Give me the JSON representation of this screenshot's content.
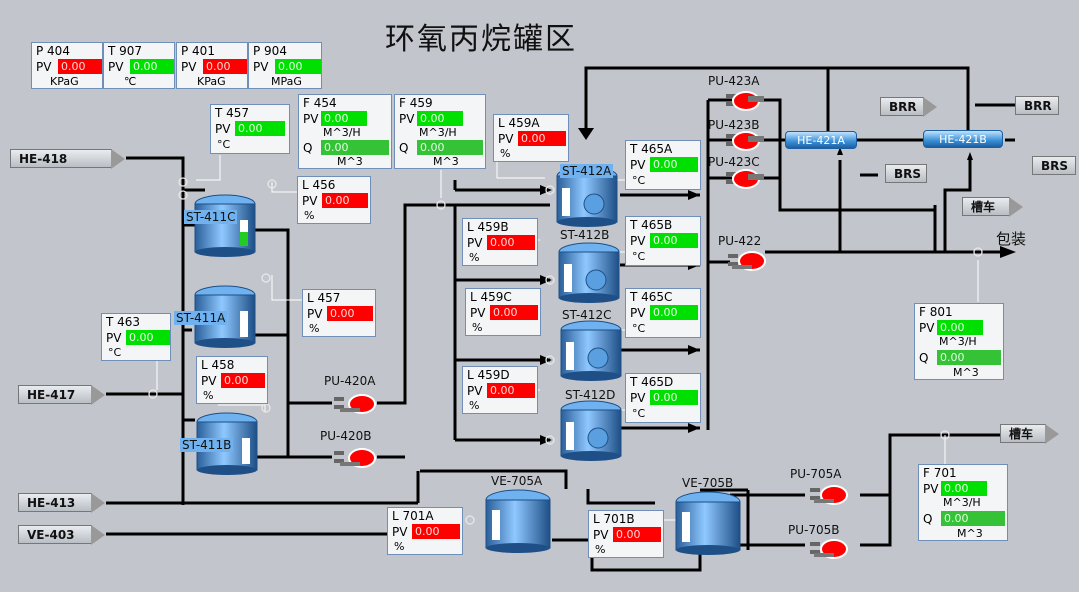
{
  "title": "环氧丙烷罐区",
  "top_instruments": [
    {
      "tag": "P 404",
      "pv": "0.00",
      "unit": "KPaG",
      "color": "red"
    },
    {
      "tag": "T 907",
      "pv": "0.00",
      "unit": "℃",
      "color": "green"
    },
    {
      "tag": "P 401",
      "pv": "0.00",
      "unit": "KPaG",
      "color": "red"
    },
    {
      "tag": "P 904",
      "pv": "0.00",
      "unit": "MPaG",
      "color": "green"
    }
  ],
  "pv_label": "PV",
  "q_label": "Q",
  "instruments": {
    "t457": {
      "tag": "T 457",
      "pv": "0.00",
      "unit": "°C"
    },
    "f454": {
      "tag": "F 454",
      "pv": "0.00",
      "unit1": "M^3/H",
      "q": "0.00",
      "unit2": "M^3"
    },
    "f459": {
      "tag": "F 459",
      "pv": "0.00",
      "unit1": "M^3/H",
      "q": "0.00",
      "unit2": "M^3"
    },
    "l459a": {
      "tag": "L 459A",
      "pv": "0.00",
      "unit": "%"
    },
    "t465a": {
      "tag": "T 465A",
      "pv": "0.00",
      "unit": "°C"
    },
    "l456": {
      "tag": "L 456",
      "pv": "0.00",
      "unit": "%"
    },
    "l457": {
      "tag": "L 457",
      "pv": "0.00",
      "unit": "%"
    },
    "t463": {
      "tag": "T 463",
      "pv": "0.00",
      "unit": "°C"
    },
    "l458": {
      "tag": "L 458",
      "pv": "0.00",
      "unit": "%"
    },
    "l459b": {
      "tag": "L 459B",
      "pv": "0.00",
      "unit": "%"
    },
    "t465b": {
      "tag": "T 465B",
      "pv": "0.00",
      "unit": "°C"
    },
    "l459c": {
      "tag": "L 459C",
      "pv": "0.00",
      "unit": "%"
    },
    "t465c": {
      "tag": "T 465C",
      "pv": "0.00",
      "unit": "°C"
    },
    "l459d": {
      "tag": "L 459D",
      "pv": "0.00",
      "unit": "%"
    },
    "t465d": {
      "tag": "T 465D",
      "pv": "0.00",
      "unit": "°C"
    },
    "l701a": {
      "tag": "L 701A",
      "pv": "0.00",
      "unit": "%"
    },
    "l701b": {
      "tag": "L 701B",
      "pv": "0.00",
      "unit": "%"
    },
    "f801": {
      "tag": "F 801",
      "pv": "0.00",
      "unit1": "M^3/H",
      "q": "0.00",
      "unit2": "M^3"
    },
    "f701": {
      "tag": "F 701",
      "pv": "0.00",
      "unit1": "M^3/H",
      "q": "0.00",
      "unit2": "M^3"
    }
  },
  "headers": {
    "he418": "HE-418",
    "he417": "HE-417",
    "he413": "HE-413",
    "ve403": "VE-403",
    "brr1": "BRR",
    "brr2": "BRR",
    "brs1": "BRS",
    "brs2": "BRS",
    "tank_car1": "槽车",
    "tank_car2": "槽车"
  },
  "packaging": "包装",
  "tanks": {
    "st411c": "ST-411C",
    "st411a": "ST-411A",
    "st411b": "ST-411B",
    "st412a": "ST-412A",
    "st412b": "ST-412B",
    "st412c": "ST-412C",
    "st412d": "ST-412D",
    "ve705a": "VE-705A",
    "ve705b": "VE-705B"
  },
  "pumps": {
    "pu420a": "PU-420A",
    "pu420b": "PU-420B",
    "pu423a": "PU-423A",
    "pu423b": "PU-423B",
    "pu423c": "PU-423C",
    "pu422": "PU-422",
    "pu705a": "PU-705A",
    "pu705b": "PU-705B"
  },
  "exchangers": {
    "he421a": "HE-421A",
    "he421b": "HE-421B"
  }
}
